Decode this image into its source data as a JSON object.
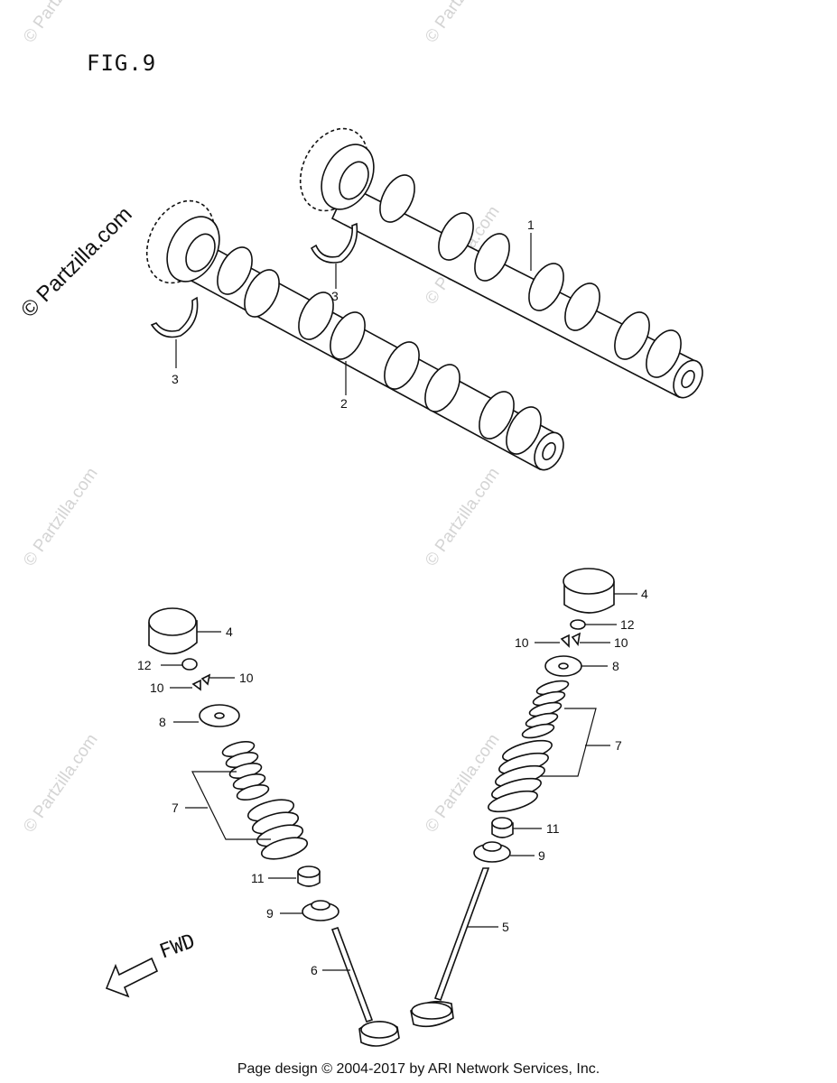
{
  "figure": {
    "title": "FIG.9"
  },
  "watermark": {
    "main": "© Partzilla.com",
    "faint": "© Partzilla.com"
  },
  "callouts": {
    "c1": "1",
    "c2": "2",
    "c3a": "3",
    "c3b": "3",
    "c4l": "4",
    "c4r": "4",
    "c5": "5",
    "c6": "6",
    "c7l": "7",
    "c7r": "7",
    "c8l": "8",
    "c8r": "8",
    "c9l": "9",
    "c9r": "9",
    "c10la": "10",
    "c10lb": "10",
    "c10ra": "10",
    "c10rb": "10",
    "c11l": "11",
    "c11r": "11",
    "c12l": "12",
    "c12r": "12"
  },
  "direction": {
    "label": "FWD"
  },
  "footer": {
    "text": "Page design © 2004-2017 by ARI Network Services, Inc."
  }
}
